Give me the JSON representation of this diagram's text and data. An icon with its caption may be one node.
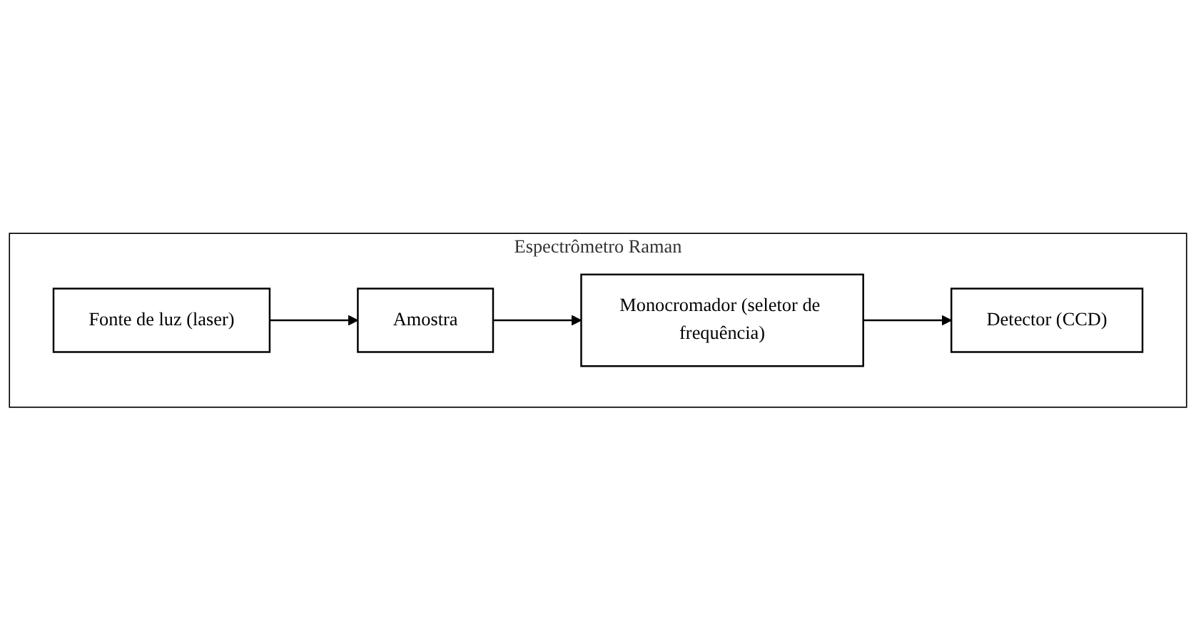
{
  "diagram": {
    "nodes": [
      {
        "text": [
          "Espectrômetro Raman"
        ]
      },
      {
        "text": [
          "Amostra"
        ],
        "in": 0
      },
      {
        "text": [
          "Monocromador (seletor de frequência)"
        ],
        "in": 0
      },
      {
        "text": [
          "Fonte de luz (laser)"
        ],
        "in": 0
      },
      {
        "text": [
          "Detector (CCD)"
        ],
        "in": 0
      }
    ],
    "edges": [
      {
        "from": 3,
        "to": 1,
        "arrow": "to"
      },
      {
        "from": 1,
        "to": 2,
        "arrow": "to"
      },
      {
        "from": 2,
        "to": 4,
        "arrow": "to"
      }
    ]
  }
}
